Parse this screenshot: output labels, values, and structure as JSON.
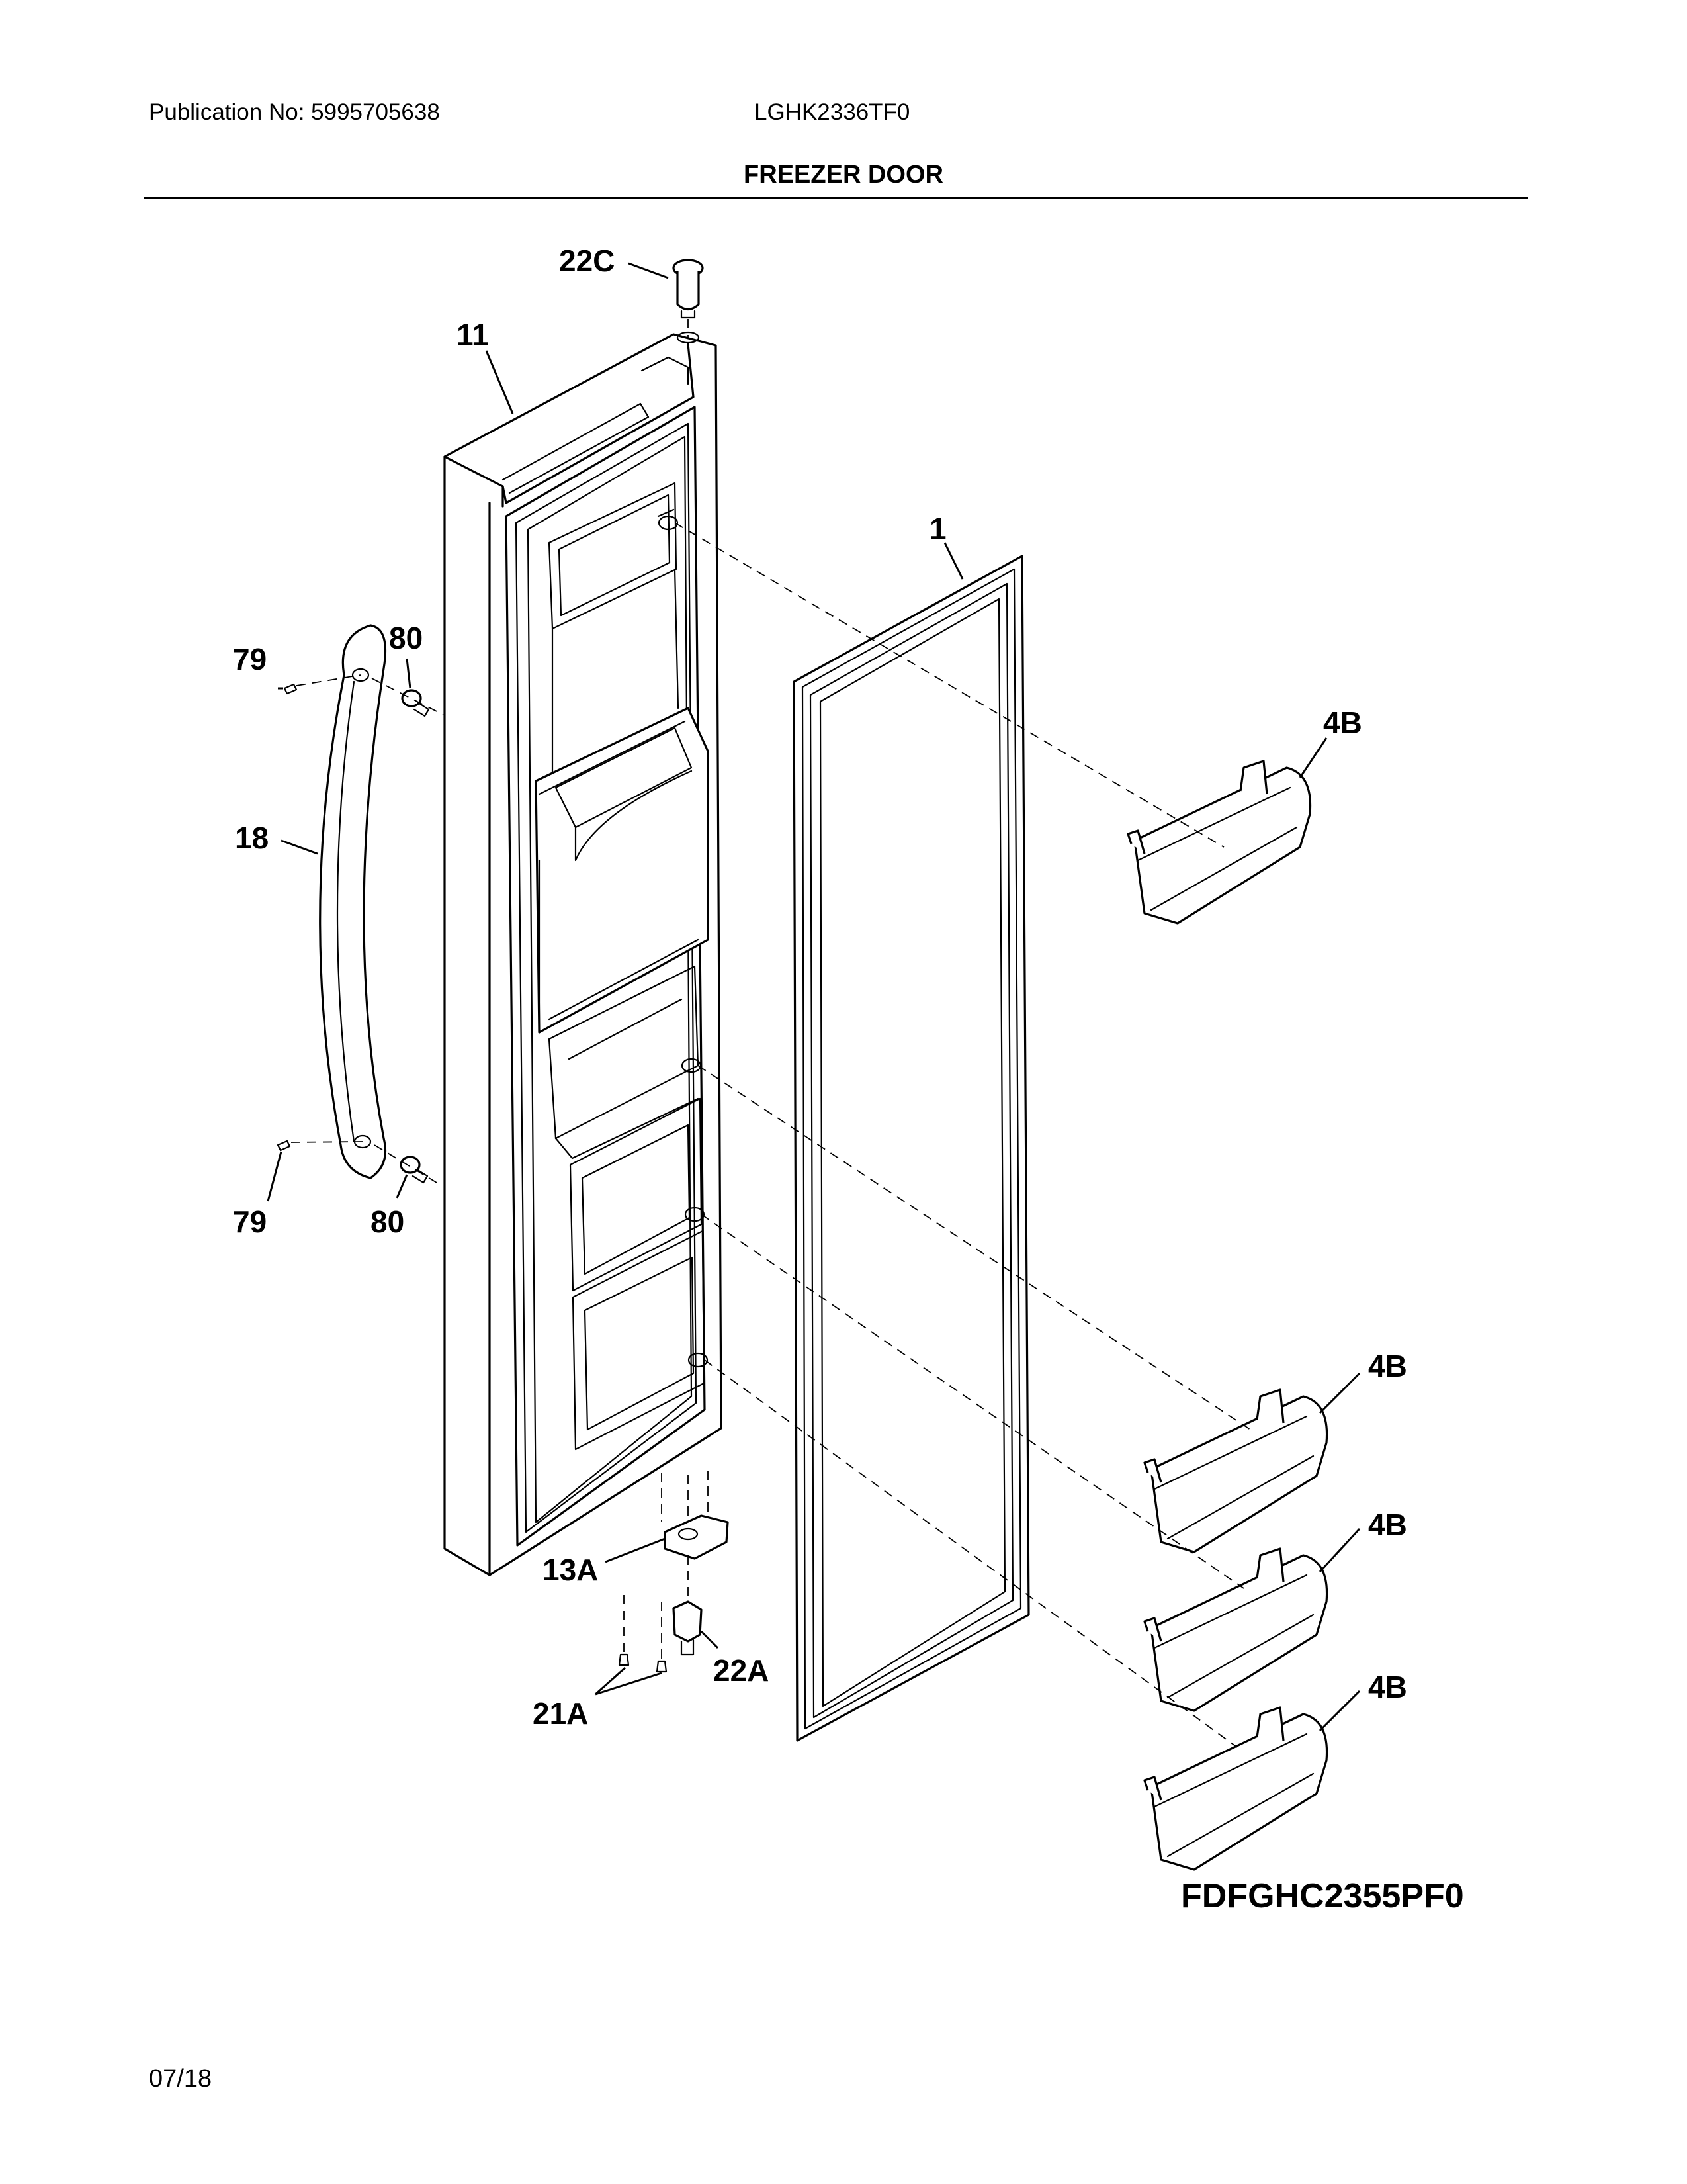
{
  "header": {
    "publication": "Publication No: 5995705638",
    "model": "LGHK2336TF0",
    "section_title": "FREEZER DOOR"
  },
  "callouts": {
    "c22C": "22C",
    "c11": "11",
    "c1": "1",
    "c79_top": "79",
    "c80_top": "80",
    "c4B_1": "4B",
    "c18": "18",
    "c79_bottom": "79",
    "c80_bottom": "80",
    "c4B_2": "4B",
    "c4B_3": "4B",
    "c4B_4": "4B",
    "c13A": "13A",
    "c22A": "22A",
    "c21A": "21A"
  },
  "model_stamp": "FDFGHC2355PF0",
  "footer": {
    "date": "07/18"
  }
}
